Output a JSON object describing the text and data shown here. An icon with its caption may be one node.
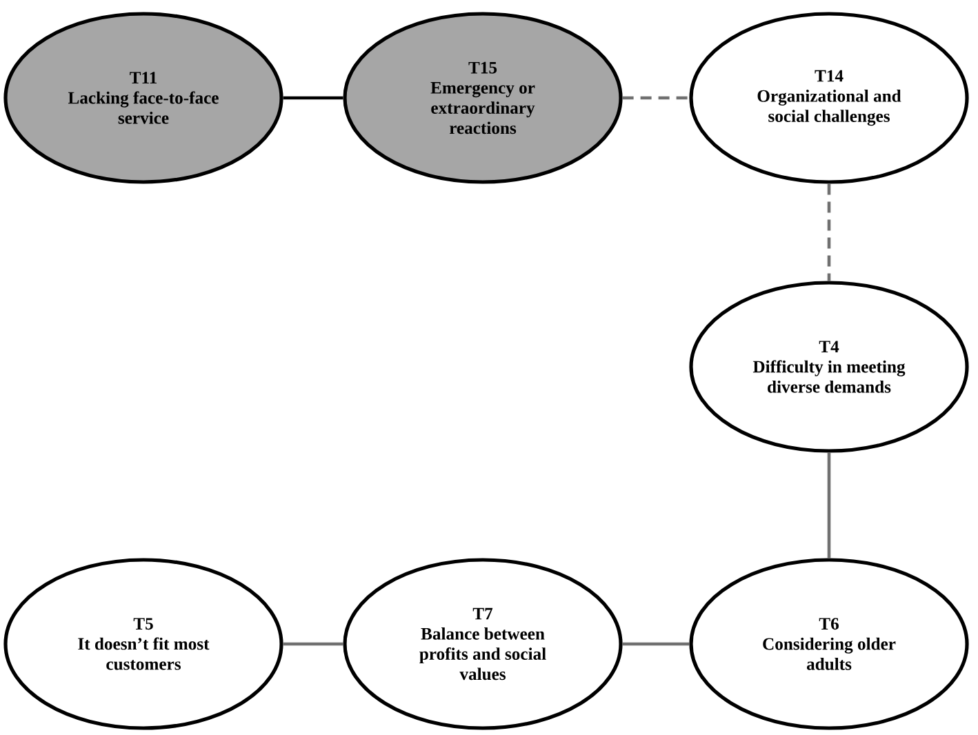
{
  "diagram": {
    "nodes": [
      {
        "text": [
          "T11",
          "Lacking face-to-face service"
        ]
      },
      {
        "text": [
          "T15",
          "Emergency or extraordinary reactions"
        ]
      },
      {
        "text": [
          "T14",
          "Organizational and social challenges"
        ]
      },
      {
        "text": [
          "T4",
          "Difficulty in meeting diverse demands"
        ]
      },
      {
        "text": [
          "T5",
          "It doesn’t fit most customers"
        ]
      },
      {
        "text": [
          "T7",
          "Balance between profits and social values"
        ]
      },
      {
        "text": [
          "T6",
          "Considering older adults"
        ]
      }
    ],
    "edges": [
      {
        "from": 0,
        "to": 1,
        "arrow": "none",
        "color": "#000000"
      },
      {
        "from": 1,
        "to": 2,
        "arrow": "none",
        "style": "dashed"
      },
      {
        "from": 2,
        "to": 3,
        "arrow": "none",
        "style": "dashed"
      },
      {
        "from": 3,
        "to": 6,
        "arrow": "none"
      },
      {
        "from": 4,
        "to": 5,
        "arrow": "none"
      },
      {
        "from": 5,
        "to": 6,
        "arrow": "none"
      }
    ]
  }
}
